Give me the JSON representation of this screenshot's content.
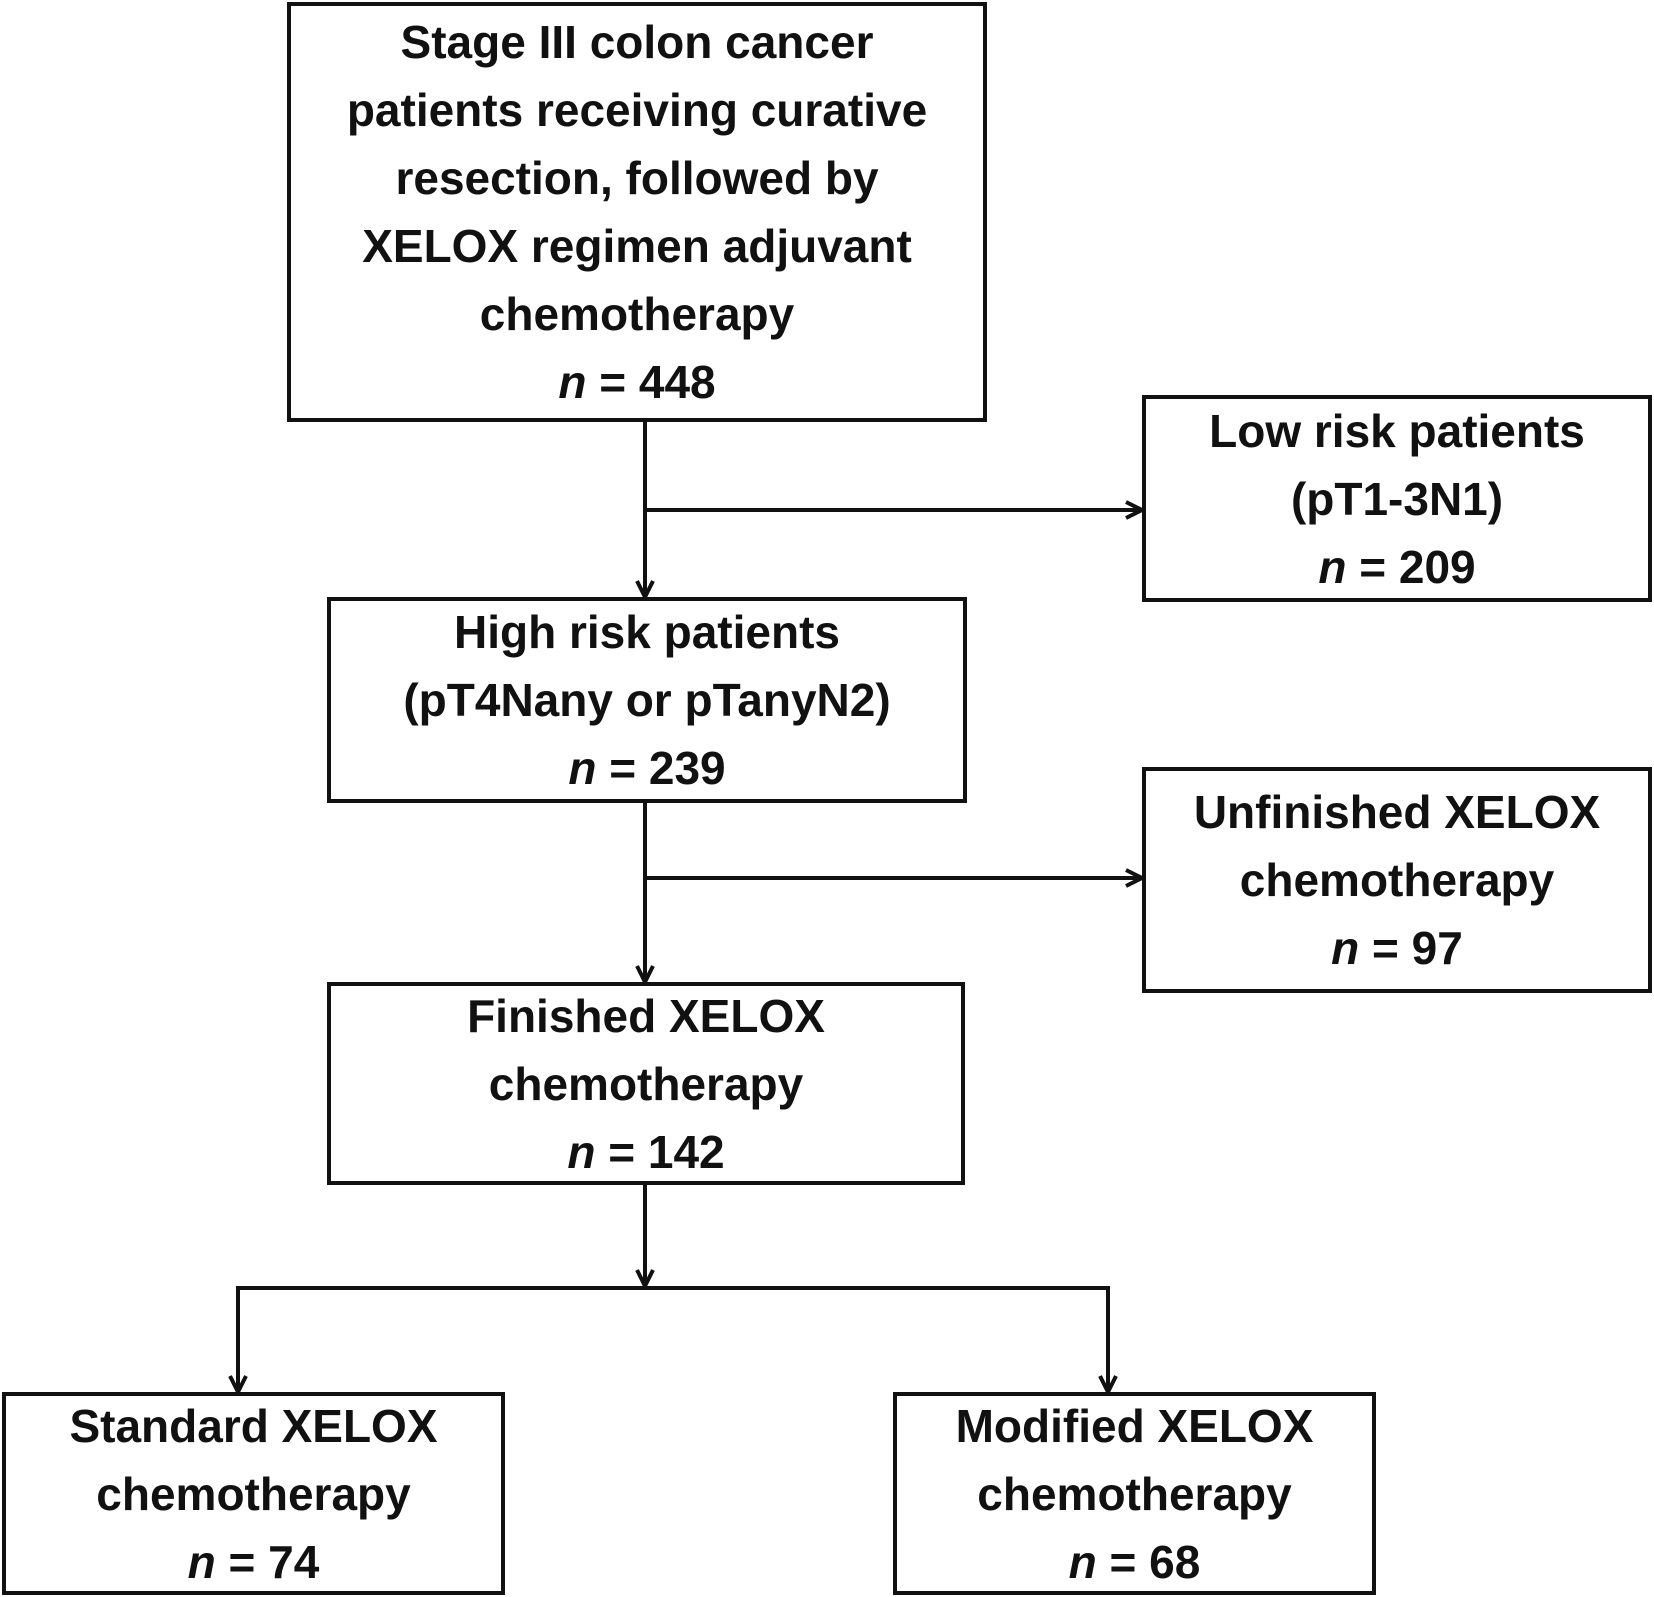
{
  "colors": {
    "stroke": "#111111",
    "background": "#ffffff"
  },
  "boxes": {
    "start": {
      "lines": [
        "Stage III colon cancer",
        "patients receiving curative",
        "resection, followed by",
        "XELOX regimen adjuvant",
        "chemotherapy"
      ],
      "n_symbol": "n",
      "n_value": "= 448"
    },
    "low_risk": {
      "lines": [
        "Low risk patients",
        "(pT1-3N1)"
      ],
      "n_symbol": "n",
      "n_value": "= 209"
    },
    "high_risk": {
      "lines": [
        "High risk patients",
        "(pT4Nany or pTanyN2)"
      ],
      "n_symbol": "n",
      "n_value": "= 239"
    },
    "unfinished": {
      "lines": [
        "Unfinished XELOX",
        "chemotherapy"
      ],
      "n_symbol": "n",
      "n_value": "= 97"
    },
    "finished": {
      "lines": [
        "Finished XELOX",
        "chemotherapy"
      ],
      "n_symbol": "n",
      "n_value": "= 142"
    },
    "standard": {
      "lines": [
        "Standard XELOX",
        "chemotherapy"
      ],
      "n_symbol": "n",
      "n_value": "= 74"
    },
    "modified": {
      "lines": [
        "Modified XELOX",
        "chemotherapy"
      ],
      "n_symbol": "n",
      "n_value": "= 68"
    }
  }
}
